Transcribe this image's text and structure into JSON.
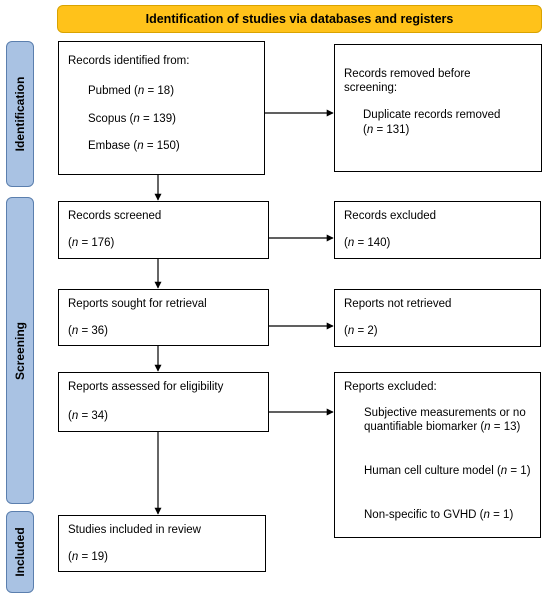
{
  "header": {
    "title": "Identification of studies via databases and registers"
  },
  "phases": {
    "identification": "Identification",
    "screening": "Screening",
    "included": "Included"
  },
  "identified": {
    "heading": "Records identified from:",
    "sources": [
      {
        "name": "Pubmed",
        "count": "18"
      },
      {
        "name": "Scopus",
        "count": "139"
      },
      {
        "name": "Embase",
        "count": "150"
      }
    ]
  },
  "removed": {
    "heading_line1": "Records removed before",
    "heading_line2": "screening:",
    "label": "Duplicate records removed",
    "count": "131"
  },
  "screened": {
    "label": "Records screened",
    "count": "176"
  },
  "excluded": {
    "label": "Records excluded",
    "count": "140"
  },
  "sought": {
    "label": "Reports sought for retrieval",
    "count": "36"
  },
  "not_retrieved": {
    "label": "Reports not retrieved",
    "count": "2"
  },
  "assessed": {
    "label": "Reports assessed for eligibility",
    "count": "34"
  },
  "reports_excluded": {
    "heading": "Reports excluded:",
    "reasons": [
      {
        "text": "Subjective measurements or no quantifiable biomarker (",
        "count": "13"
      },
      {
        "text": "Human cell culture model (",
        "count": "1"
      },
      {
        "text": "Non-specific to GVHD (",
        "count": "1"
      }
    ]
  },
  "included": {
    "label": "Studies included in review",
    "count": "19"
  }
}
